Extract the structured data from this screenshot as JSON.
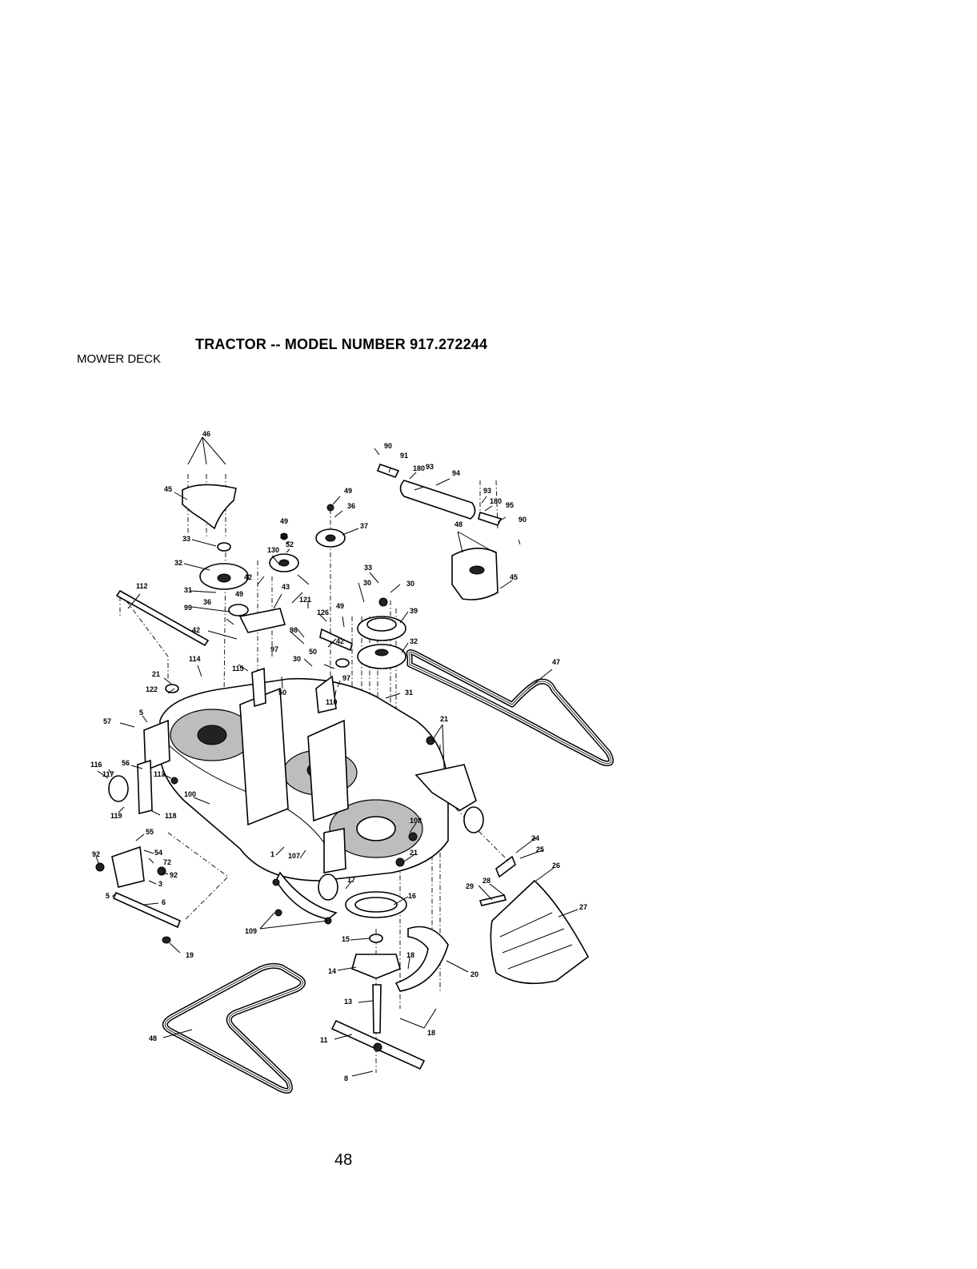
{
  "page": {
    "title": "TRACTOR -- MODEL NUMBER 917.272244",
    "section": "MOWER DECK",
    "page_number": "48"
  },
  "diagram": {
    "callouts": [
      {
        "id": "c46",
        "text": "46"
      },
      {
        "id": "c45a",
        "text": "45"
      },
      {
        "id": "c33a",
        "text": "33"
      },
      {
        "id": "c32a",
        "text": "32"
      },
      {
        "id": "c31a",
        "text": "31"
      },
      {
        "id": "c36a",
        "text": "36"
      },
      {
        "id": "c99",
        "text": "99"
      },
      {
        "id": "c42a",
        "text": "42"
      },
      {
        "id": "c49a",
        "text": "49"
      },
      {
        "id": "c130",
        "text": "130"
      },
      {
        "id": "c42b",
        "text": "42"
      },
      {
        "id": "c49b",
        "text": "49"
      },
      {
        "id": "c36b",
        "text": "36"
      },
      {
        "id": "c52",
        "text": "52"
      },
      {
        "id": "c43",
        "text": "43"
      },
      {
        "id": "c49c",
        "text": "49"
      },
      {
        "id": "c36c",
        "text": "36"
      },
      {
        "id": "c37",
        "text": "37"
      },
      {
        "id": "c90a",
        "text": "90"
      },
      {
        "id": "c91",
        "text": "91"
      },
      {
        "id": "c180a",
        "text": "180"
      },
      {
        "id": "c93a",
        "text": "93"
      },
      {
        "id": "c94",
        "text": "94"
      },
      {
        "id": "c93b",
        "text": "93"
      },
      {
        "id": "c180b",
        "text": "180"
      },
      {
        "id": "c95",
        "text": "95"
      },
      {
        "id": "c90b",
        "text": "90"
      },
      {
        "id": "c48a",
        "text": "48"
      },
      {
        "id": "c45b",
        "text": "45"
      },
      {
        "id": "c33b",
        "text": "33"
      },
      {
        "id": "c30a",
        "text": "30"
      },
      {
        "id": "c30b",
        "text": "30"
      },
      {
        "id": "c39",
        "text": "39"
      },
      {
        "id": "c32b",
        "text": "32"
      },
      {
        "id": "c121",
        "text": "121"
      },
      {
        "id": "c126",
        "text": "126"
      },
      {
        "id": "c49d",
        "text": "49"
      },
      {
        "id": "c98",
        "text": "98"
      },
      {
        "id": "c42c",
        "text": "42"
      },
      {
        "id": "c50a",
        "text": "50"
      },
      {
        "id": "c97a",
        "text": "97"
      },
      {
        "id": "c97b",
        "text": "97"
      },
      {
        "id": "c30c",
        "text": "30"
      },
      {
        "id": "c50b",
        "text": "50"
      },
      {
        "id": "c110",
        "text": "110"
      },
      {
        "id": "c31b",
        "text": "31"
      },
      {
        "id": "c47",
        "text": "47"
      },
      {
        "id": "c112",
        "text": "112"
      },
      {
        "id": "c114",
        "text": "114"
      },
      {
        "id": "c115",
        "text": "115"
      },
      {
        "id": "c21a",
        "text": "21"
      },
      {
        "id": "c122",
        "text": "122"
      },
      {
        "id": "c5a",
        "text": "5"
      },
      {
        "id": "c57",
        "text": "57"
      },
      {
        "id": "c21b",
        "text": "21"
      },
      {
        "id": "c116",
        "text": "116"
      },
      {
        "id": "c117",
        "text": "117"
      },
      {
        "id": "c56",
        "text": "56"
      },
      {
        "id": "c113",
        "text": "113"
      },
      {
        "id": "c100",
        "text": "100"
      },
      {
        "id": "c119",
        "text": "119"
      },
      {
        "id": "c118",
        "text": "118"
      },
      {
        "id": "c55",
        "text": "55"
      },
      {
        "id": "c54",
        "text": "54"
      },
      {
        "id": "c92a",
        "text": "92"
      },
      {
        "id": "c72",
        "text": "72"
      },
      {
        "id": "c92b",
        "text": "92"
      },
      {
        "id": "c3",
        "text": "3"
      },
      {
        "id": "c1",
        "text": "1"
      },
      {
        "id": "c107",
        "text": "107"
      },
      {
        "id": "c108",
        "text": "108"
      },
      {
        "id": "c21c",
        "text": "21"
      },
      {
        "id": "c24",
        "text": "24"
      },
      {
        "id": "c25",
        "text": "25"
      },
      {
        "id": "c26",
        "text": "26"
      },
      {
        "id": "c28",
        "text": "28"
      },
      {
        "id": "c29",
        "text": "29"
      },
      {
        "id": "c27",
        "text": "27"
      },
      {
        "id": "c17",
        "text": "17"
      },
      {
        "id": "c16",
        "text": "16"
      },
      {
        "id": "c6",
        "text": "6"
      },
      {
        "id": "c5b",
        "text": "5"
      },
      {
        "id": "c109",
        "text": "109"
      },
      {
        "id": "c15",
        "text": "15"
      },
      {
        "id": "c19",
        "text": "19"
      },
      {
        "id": "c18a",
        "text": "18"
      },
      {
        "id": "c14",
        "text": "14"
      },
      {
        "id": "c20",
        "text": "20"
      },
      {
        "id": "c13",
        "text": "13"
      },
      {
        "id": "c18b",
        "text": "18"
      },
      {
        "id": "c48b",
        "text": "48"
      },
      {
        "id": "c11",
        "text": "11"
      },
      {
        "id": "c8",
        "text": "8"
      }
    ]
  }
}
